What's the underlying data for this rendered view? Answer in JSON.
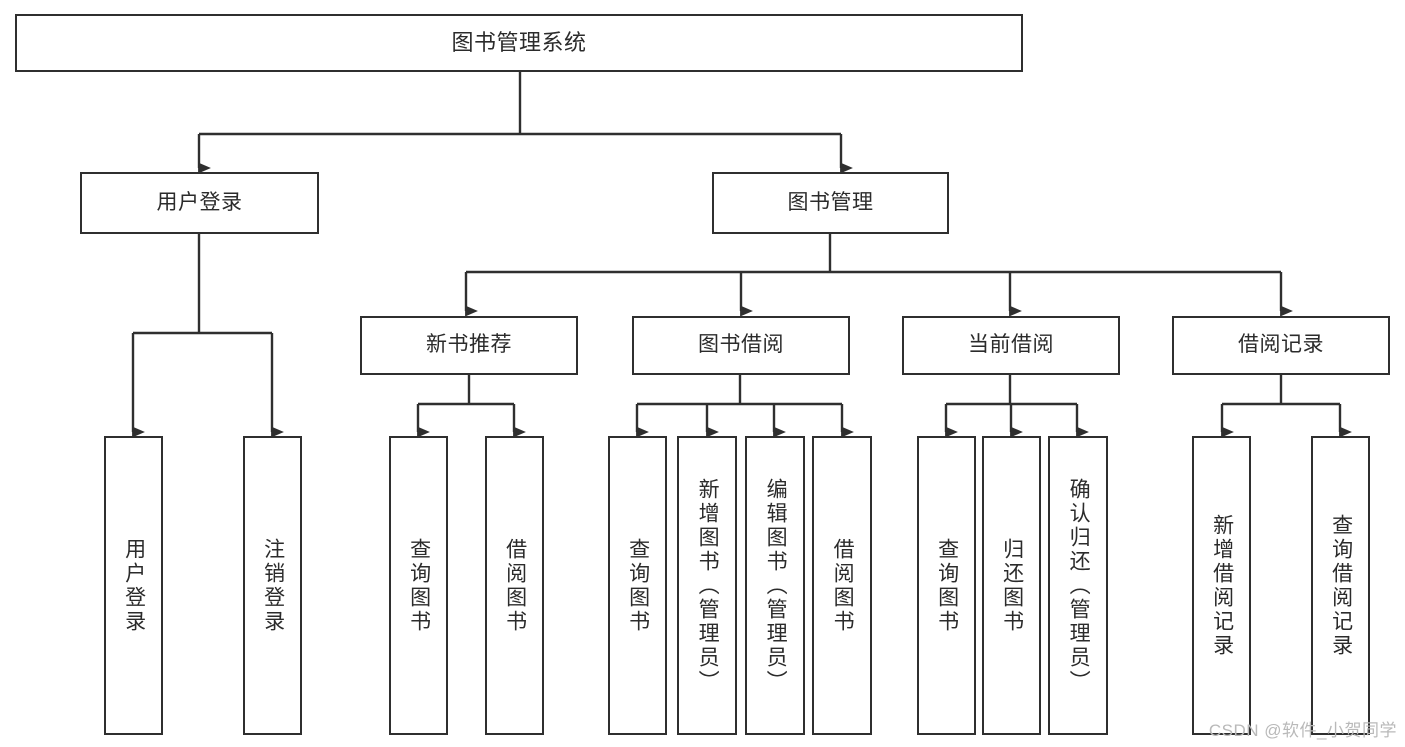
{
  "diagram": {
    "type": "tree-hierarchy-chart",
    "title": "图书管理系统",
    "colors": {
      "box_border": "#2f2f2f",
      "box_fill": "#ffffff",
      "text": "#2b2b2b",
      "connector": "#2f2f2f",
      "watermark": "#b9b9b9",
      "background": "#ffffff"
    },
    "levels": {
      "root": {
        "label": "图书管理系统"
      },
      "level2": [
        {
          "id": "user-login",
          "label": "用户登录"
        },
        {
          "id": "book-manage",
          "label": "图书管理"
        }
      ],
      "level3": [
        {
          "id": "new-book-recommend",
          "label": "新书推荐",
          "parent": "book-manage"
        },
        {
          "id": "book-borrow",
          "label": "图书借阅",
          "parent": "book-manage"
        },
        {
          "id": "current-borrow",
          "label": "当前借阅",
          "parent": "book-manage"
        },
        {
          "id": "borrow-record",
          "label": "借阅记录",
          "parent": "book-manage"
        }
      ],
      "leaves": [
        {
          "id": "leaf-user-login",
          "label": "用户登录",
          "parent": "user-login"
        },
        {
          "id": "leaf-logout-login",
          "label": "注销登录",
          "parent": "user-login"
        },
        {
          "id": "leaf-query-book-1",
          "label": "查询图书",
          "parent": "new-book-recommend"
        },
        {
          "id": "leaf-borrow-book-1",
          "label": "借阅图书",
          "parent": "new-book-recommend"
        },
        {
          "id": "leaf-query-book-2",
          "label": "查询图书",
          "parent": "book-borrow"
        },
        {
          "id": "leaf-add-book",
          "label": "新增图书（管理员）",
          "parent": "book-borrow"
        },
        {
          "id": "leaf-edit-book",
          "label": "编辑图书（管理员）",
          "parent": "book-borrow"
        },
        {
          "id": "leaf-borrow-book-2",
          "label": "借阅图书",
          "parent": "book-borrow"
        },
        {
          "id": "leaf-query-book-3",
          "label": "查询图书",
          "parent": "current-borrow"
        },
        {
          "id": "leaf-return-book",
          "label": "归还图书",
          "parent": "current-borrow"
        },
        {
          "id": "leaf-confirm-return",
          "label": "确认归还（管理员）",
          "parent": "current-borrow"
        },
        {
          "id": "leaf-add-record",
          "label": "新增借阅记录",
          "parent": "borrow-record"
        },
        {
          "id": "leaf-query-record",
          "label": "查询借阅记录",
          "parent": "borrow-record"
        }
      ]
    }
  },
  "watermark": {
    "text": "CSDN @软件_小贺同学"
  }
}
